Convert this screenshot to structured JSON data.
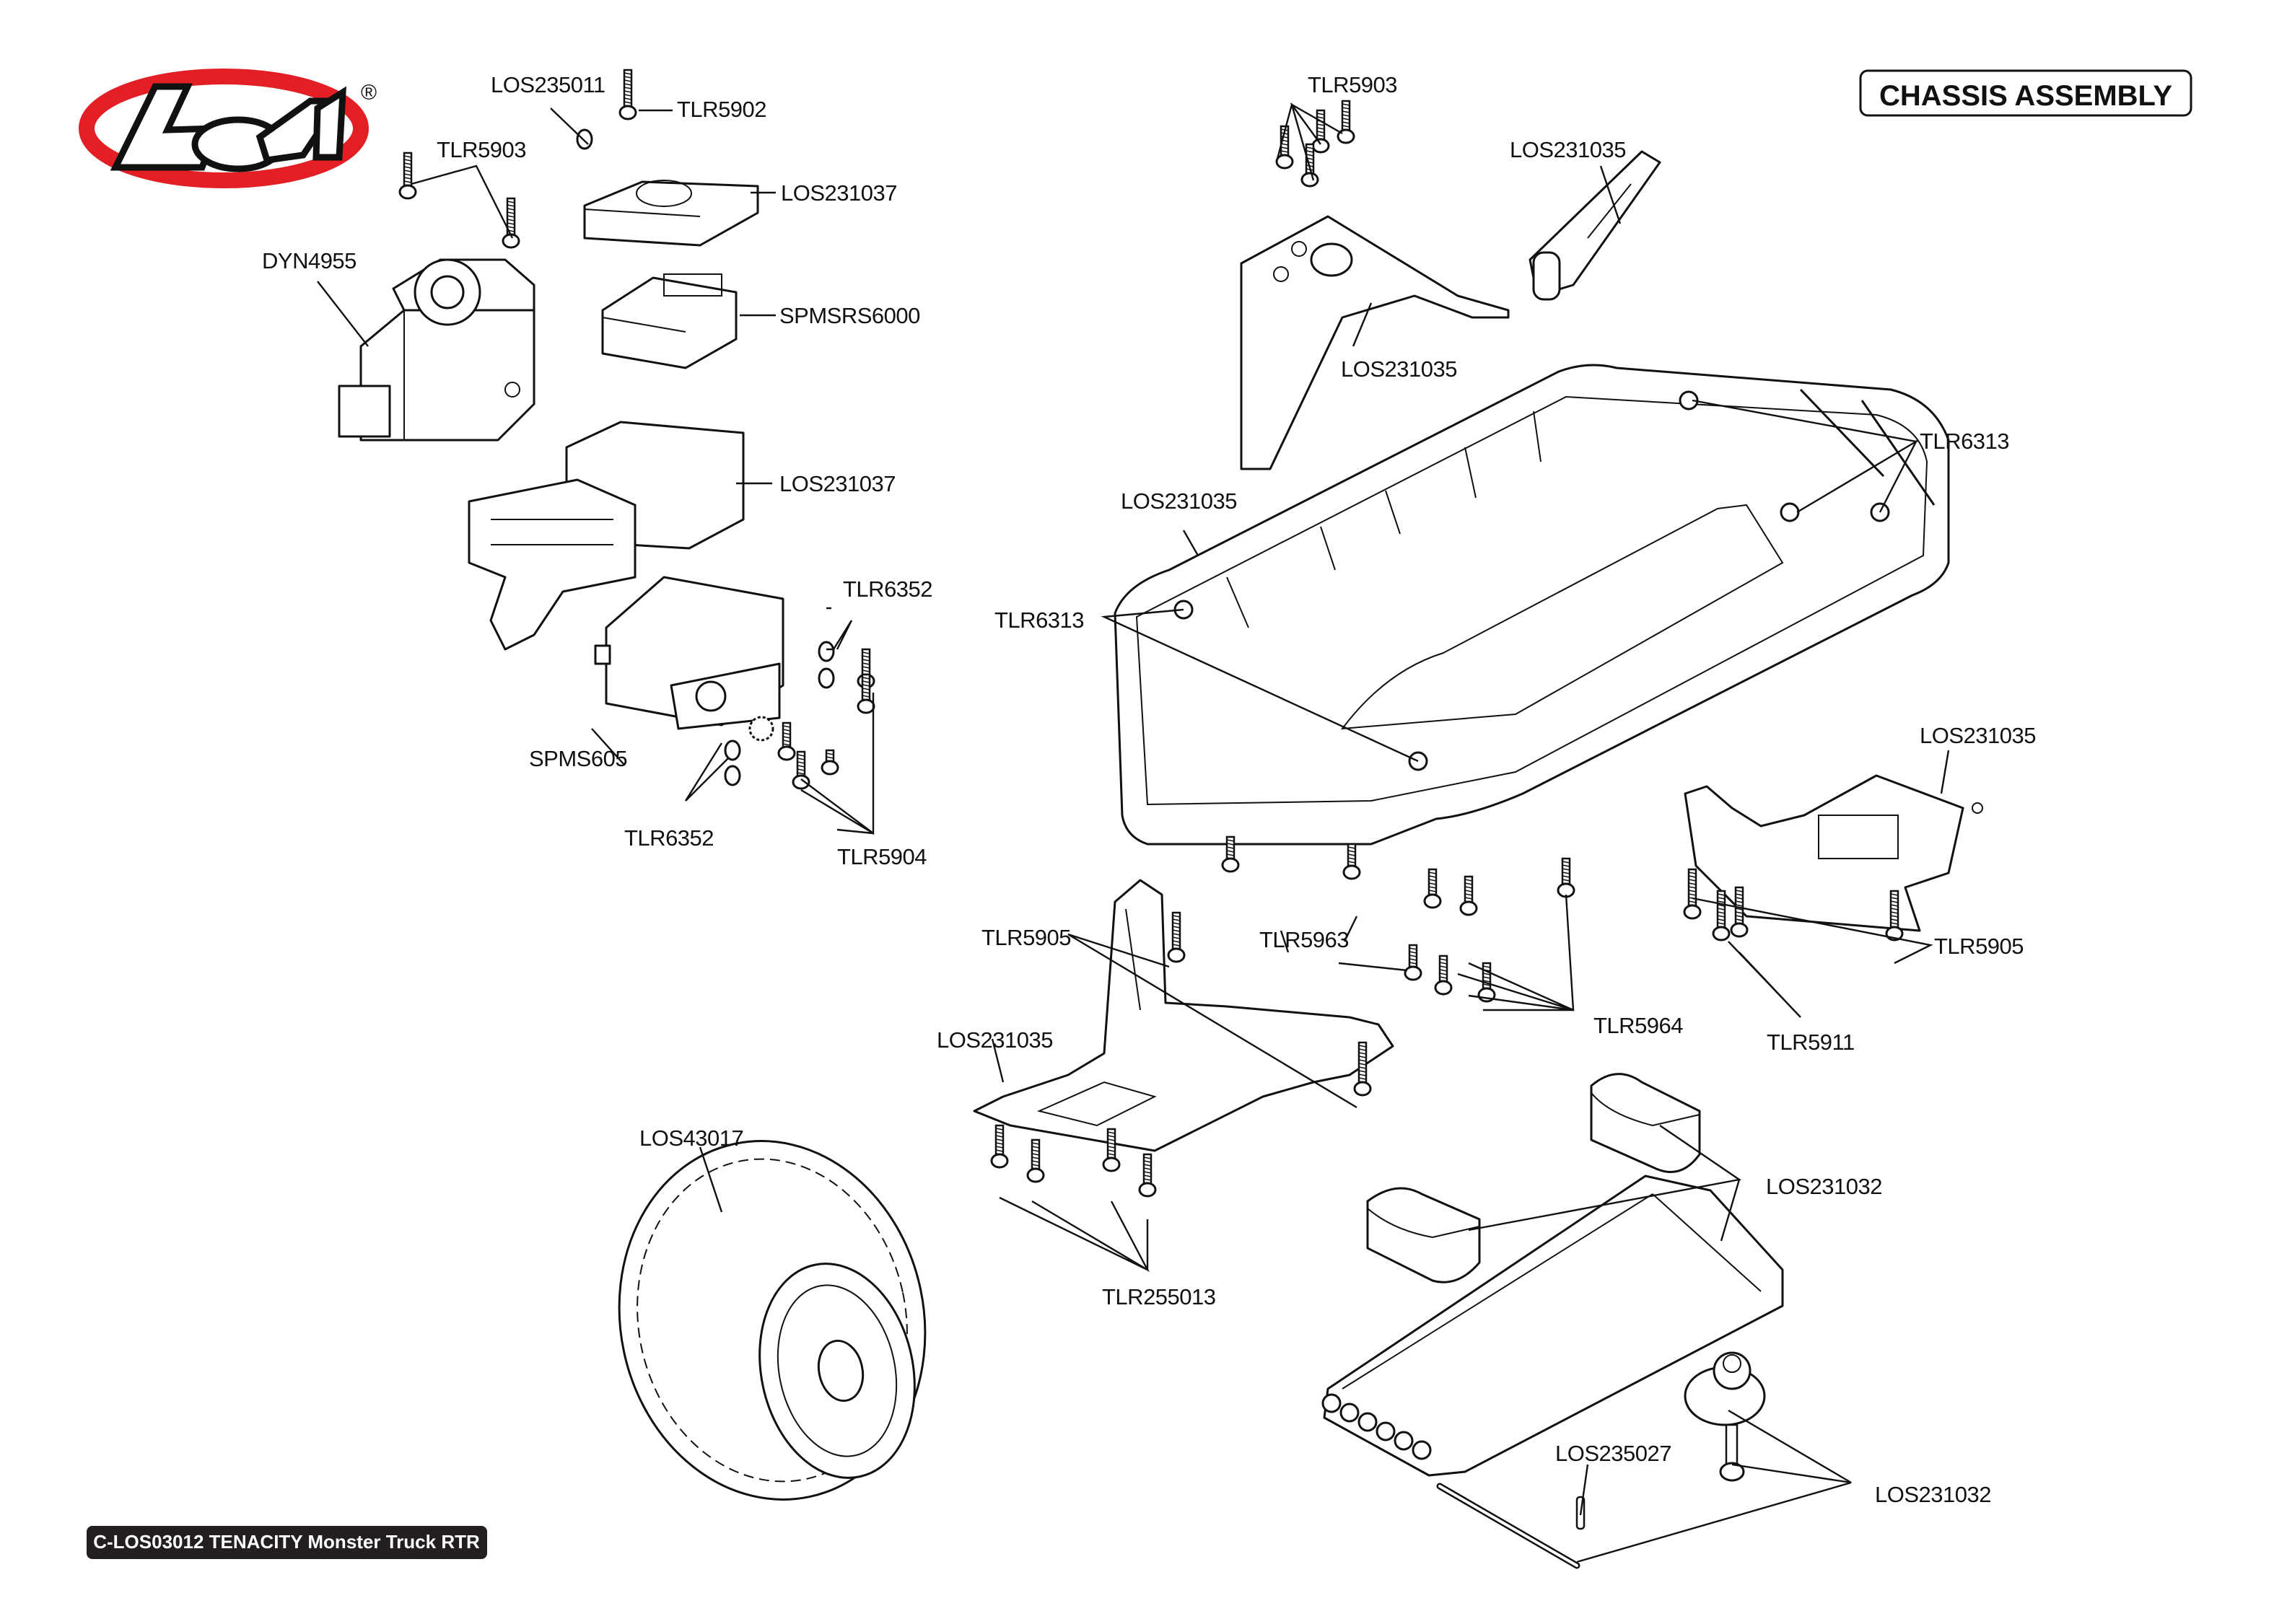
{
  "page": {
    "title": "CHASSIS ASSEMBLY",
    "footer": "C-LOS03012 TENACITY Monster Truck RTR",
    "brand": {
      "logo_text": "LOSI",
      "registered_mark": "®",
      "colors": {
        "ring": "#e31e24",
        "outline": "#111111",
        "fill": "#ffffff"
      }
    }
  },
  "labels": {
    "los235011": "LOS235011",
    "tlr5902": "TLR5902",
    "tlr5903_left": "TLR5903",
    "los231037_top": "LOS231037",
    "dyn4955": "DYN4955",
    "spmsrs6000": "SPMSRS6000",
    "los231037_box": "LOS231037",
    "tlr6352_upper": "TLR6352",
    "spms605": "SPMS605",
    "tlr6352_lower": "TLR6352",
    "tlr5904": "TLR5904",
    "tlr5903_top": "TLR5903",
    "los231035_brace": "LOS231035",
    "los231035_upper_mount": "LOS231035",
    "los231035_chassis": "LOS231035",
    "tlr6313_right": "TLR6313",
    "tlr6313_left": "TLR6313",
    "los231035_rear_plate": "LOS231035",
    "tlr5905_right": "TLR5905",
    "tlr5911": "TLR5911",
    "tlr5963": "TLR5963",
    "tlr5964": "TLR5964",
    "tlr5905_left": "TLR5905",
    "los231035_front_plate": "LOS231035",
    "los43017": "LOS43017",
    "tlr255013": "TLR255013",
    "los231032_foam": "LOS231032",
    "los235027": "LOS235027",
    "los231032_post": "LOS231032"
  }
}
